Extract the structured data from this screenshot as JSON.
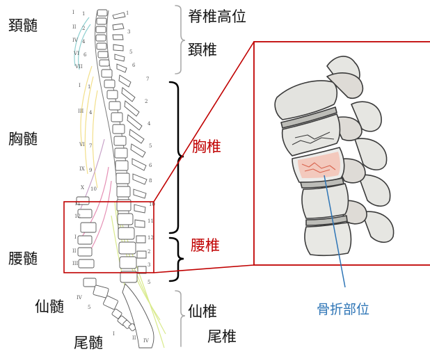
{
  "labels": {
    "cervical_cord": "頚髄",
    "thoracic_cord": "胸髄",
    "lumbar_cord": "腰髄",
    "sacral_cord": "仙髄",
    "coccygeal_cord": "尾髄",
    "spinal_level": "脊椎高位",
    "cervical_vertebra": "頚椎",
    "thoracic_vertebra": "胸椎",
    "lumbar_vertebra": "腰椎",
    "sacral_vertebra": "仙椎",
    "coccygeal_vertebra": "尾椎",
    "fracture_site": "骨折部位"
  },
  "colors": {
    "text": "#111111",
    "highlight": "#c00000",
    "callout": "#2e75b6",
    "bracket_gray": "#a6a6a6",
    "bracket_black": "#000000"
  }
}
